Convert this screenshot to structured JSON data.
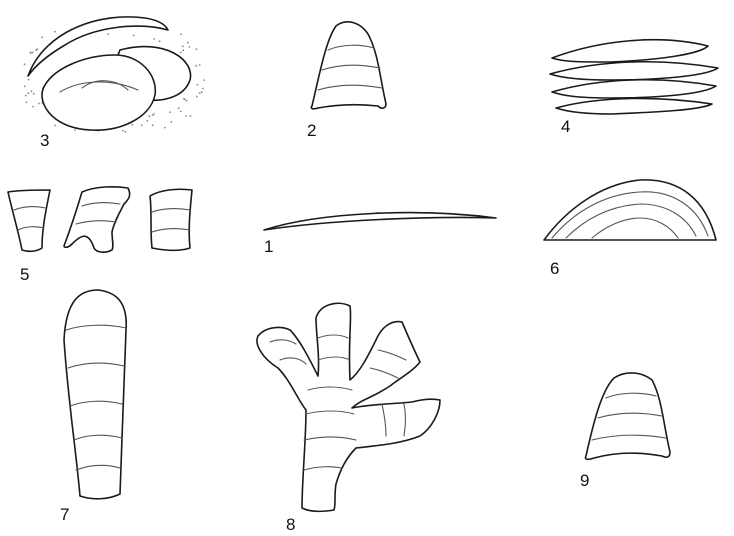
{
  "figure": {
    "labels": {
      "f1": "1",
      "f2": "2",
      "f3": "3",
      "f4": "4",
      "f5": "5",
      "f6": "6",
      "f7": "7",
      "f8": "8",
      "f9": "9"
    },
    "colors": {
      "line": "#1a1a1a",
      "band": "#555555",
      "background": "#ffffff"
    }
  }
}
